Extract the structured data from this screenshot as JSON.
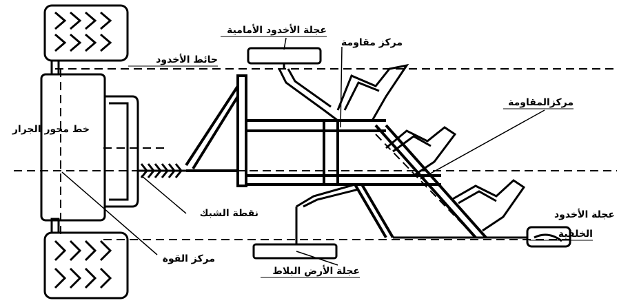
{
  "labels": {
    "front_furrow_wheel": "عجلة الأخدود الأمامية",
    "resistance_center_top": "مركز مقاومة",
    "furrow_wall": "حائط الأخدود",
    "resistance_center_right": "مركزالمقاومة",
    "tractor_axis_line": "خط محور الجرار",
    "hitch_point": "نقطة الشبك",
    "power_center": "مركز القوة",
    "rear_furrow_wheel_line1": "عجلة الأخدود",
    "rear_furrow_wheel_line2": "الخلفية",
    "land_wheel": "عجلة الأرض البلاط"
  }
}
